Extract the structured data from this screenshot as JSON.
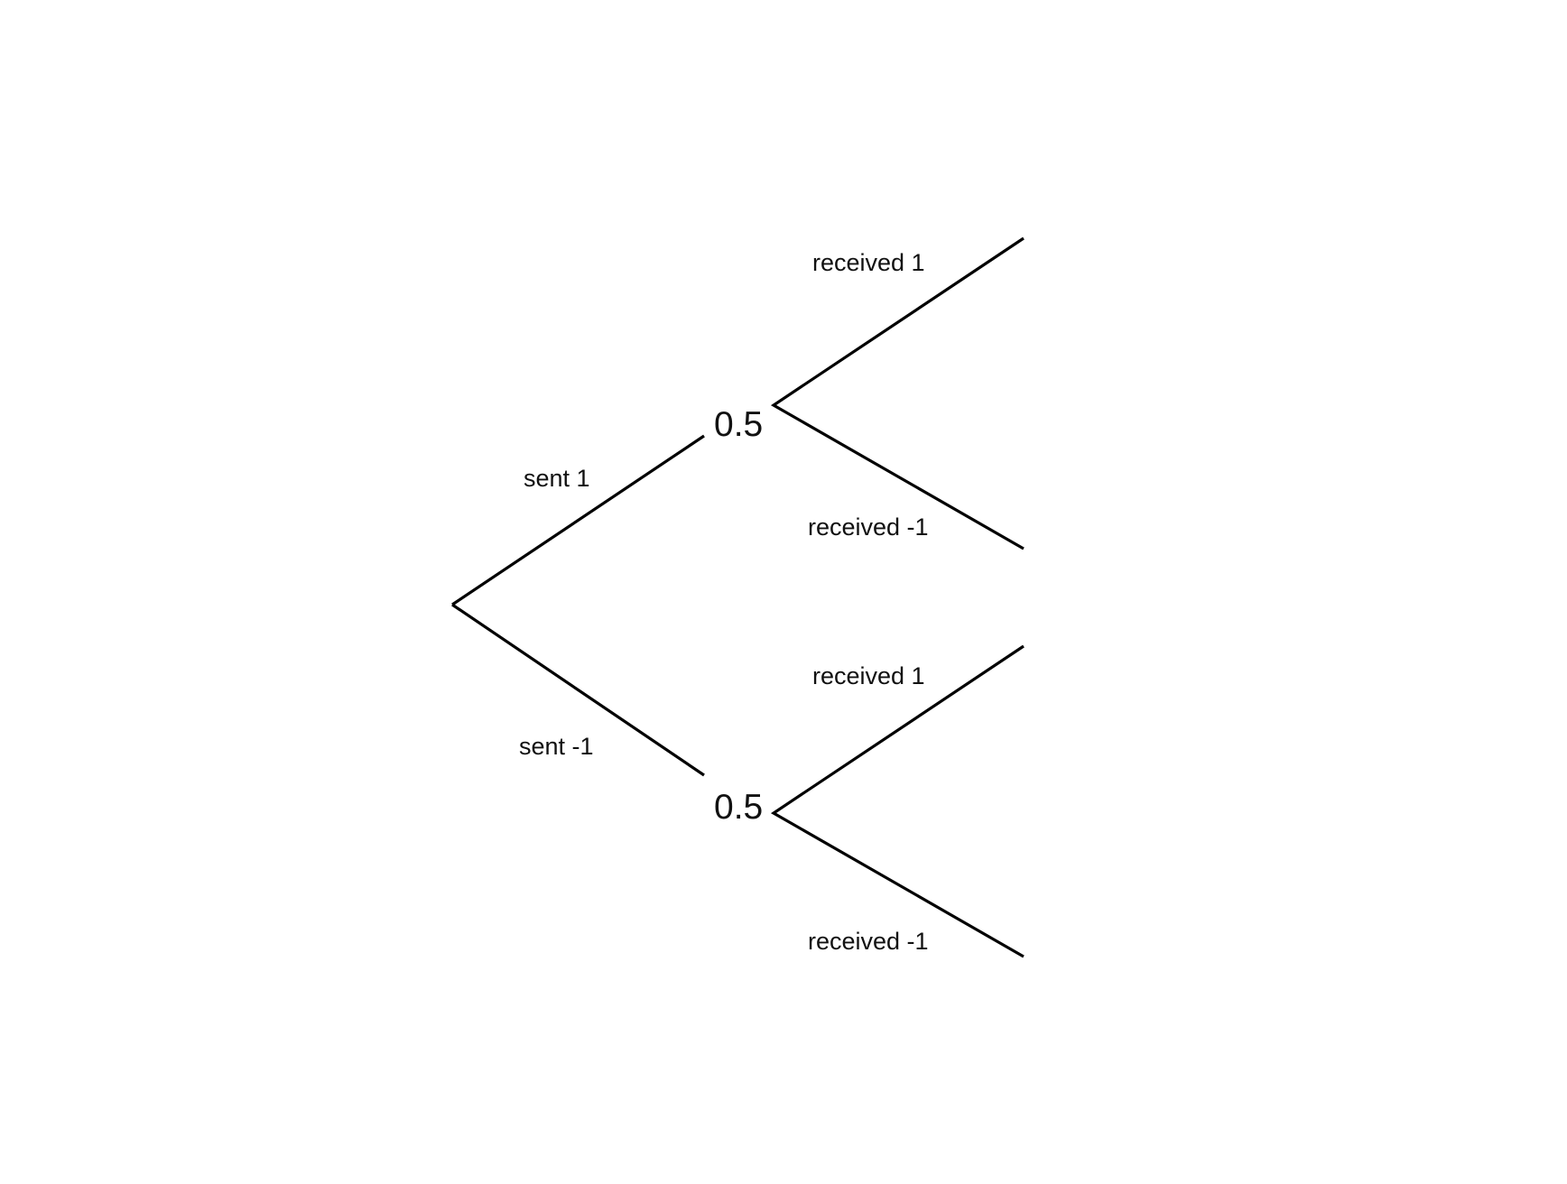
{
  "tree": {
    "first_level": {
      "upper_branch_label": "sent 1",
      "lower_branch_label": "sent -1",
      "upper_node_probability": "0.5",
      "lower_node_probability": "0.5"
    },
    "upper_subtree": {
      "upper_branch_label": "received 1",
      "lower_branch_label": "received -1"
    },
    "lower_subtree": {
      "upper_branch_label": "received 1",
      "lower_branch_label": "received -1"
    }
  }
}
